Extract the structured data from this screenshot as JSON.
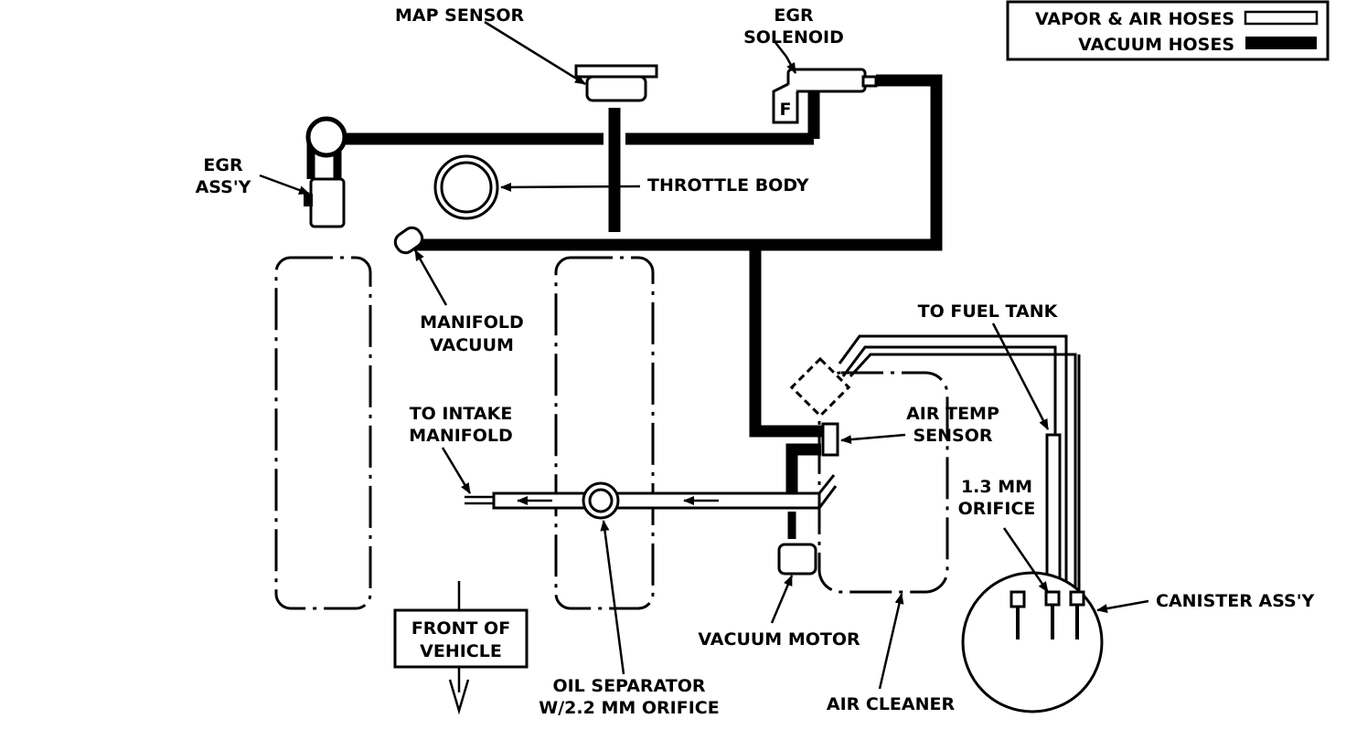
{
  "legend": {
    "vapor_label": "VAPOR & AIR HOSES",
    "vacuum_label": "VACUUM HOSES"
  },
  "labels": {
    "map_sensor": "MAP SENSOR",
    "egr_solenoid_1": "EGR",
    "egr_solenoid_2": "SOLENOID",
    "egr_assy_1": "EGR",
    "egr_assy_2": "ASS'Y",
    "throttle_body": "THROTTLE BODY",
    "manifold_vacuum_1": "MANIFOLD",
    "manifold_vacuum_2": "VACUUM",
    "to_fuel_tank": "TO FUEL TANK",
    "to_intake_1": "TO INTAKE",
    "to_intake_2": "MANIFOLD",
    "air_temp_1": "AIR TEMP",
    "air_temp_2": "SENSOR",
    "orifice_1": "1.3 MM",
    "orifice_2": "ORIFICE",
    "canister": "CANISTER ASS'Y",
    "front_1": "FRONT OF",
    "front_2": "VEHICLE",
    "vacuum_motor": "VACUUM MOTOR",
    "oil_sep_1": "OIL SEPARATOR",
    "oil_sep_2": "W/2.2 MM ORIFICE",
    "air_cleaner": "AIR CLEANER",
    "solenoid_f": "F"
  }
}
